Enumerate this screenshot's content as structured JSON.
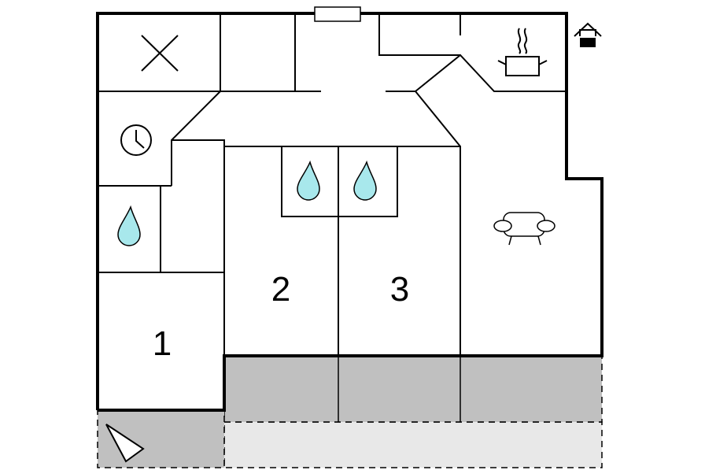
{
  "rooms": [
    {
      "label": "1"
    },
    {
      "label": "2"
    },
    {
      "label": "3"
    }
  ],
  "icons": [
    "cross-mark-icon",
    "clock-icon",
    "water-drop-icon",
    "cooking-pot-icon",
    "sofa-icon",
    "house-entrance-icon",
    "compass-direction-icon",
    "window-icon"
  ],
  "colors": {
    "wall": "#000000",
    "terrace": "#c0c0c0",
    "outdoor": "#e8e8e8",
    "water": "#a8e8ec",
    "background": "#ffffff"
  }
}
